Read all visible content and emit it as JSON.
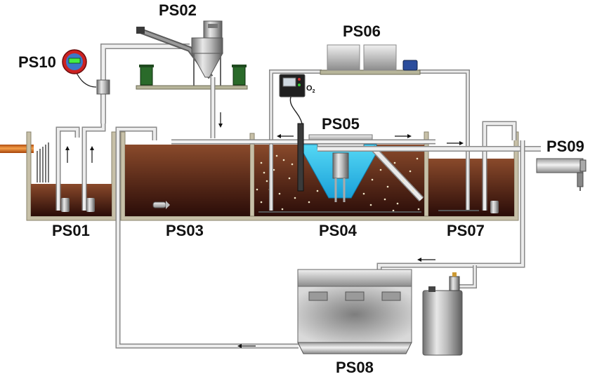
{
  "title": "",
  "labels": {
    "ps01": "PS01",
    "ps02": "PS02",
    "ps03": "PS03",
    "ps04": "PS04",
    "ps05": "PS05",
    "ps06": "PS06",
    "ps07": "PS07",
    "ps08": "PS08",
    "ps09": "PS09",
    "ps10": "PS10"
  },
  "o2_text": "O",
  "o2_sub": "2",
  "colors": {
    "liquid_top": "#8a4a2b",
    "liquid_bottom": "#2a0c08",
    "tank_wall": "#c7c0a8",
    "pipe": "#d4d4d4",
    "pipe_edge": "#8a8a8a",
    "settler": "#33ccf0",
    "inlet_pipe": "#e07a1f",
    "bin": "#2a6a2a",
    "blower": "#2b4d9c",
    "meter_ring": "#cc2222",
    "meter_face": "#3a78c8",
    "meter_screen": "#44ee44"
  }
}
